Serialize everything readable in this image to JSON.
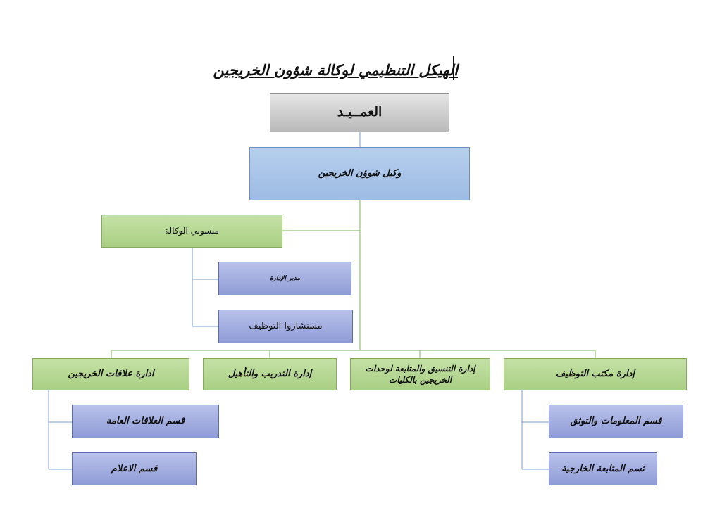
{
  "chart": {
    "title": "الهيكل التنظيمي لوكالة شؤون الخريجين",
    "dean": "العمــيـد",
    "deputy": "وكيل شوؤن الخريجين",
    "staff": "منسوبي الوكالة",
    "admin_director": "مدير الإدارة",
    "employment_consultants": "مستشاروا التوظيف",
    "departments": [
      "ادارة علاقات الخريجين",
      "إدارة التدريب والتأهيل",
      "إدارة التنسيق والمتابعة لوحدات الخريجين بالكليات",
      "إدارة مكتب التوظيف"
    ],
    "relations_sections": [
      "قسم العلاقات العامة",
      "قسم الاعلام"
    ],
    "employment_sections": [
      "قسم المعلومات والتوثق",
      "ئسم المتابعة الخارجية"
    ]
  },
  "colors": {
    "gray_box": "#c9c9c9",
    "blue_box": "#a9c4e9",
    "green_box": "#b4d68f",
    "lavender_box": "#a3addf",
    "line_blue": "#7a9fd1",
    "line_green": "#7db356"
  }
}
